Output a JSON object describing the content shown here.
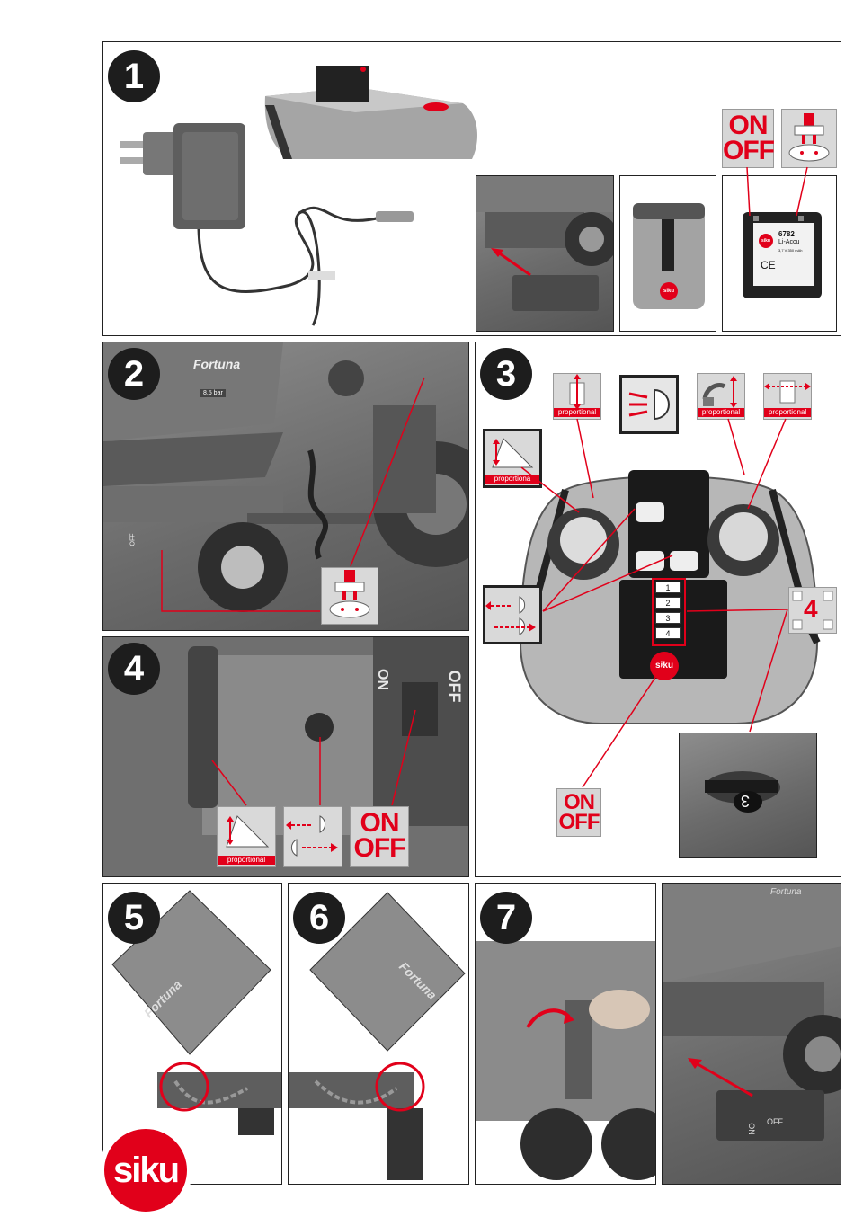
{
  "steps": {
    "s1": "1",
    "s2": "2",
    "s3": "3",
    "s4": "4",
    "s5": "5",
    "s6": "6",
    "s7": "7"
  },
  "labels": {
    "on": "ON",
    "off": "OFF",
    "proportional": "proportional",
    "proportional_cut": "proportiona",
    "four": "4"
  },
  "brand": {
    "logo": "siku",
    "fortuna": "Fortuna"
  },
  "battery": {
    "model": "6782",
    "name": "Li-Accu",
    "spec": "3,7 V 350 mAh",
    "ce": "CE"
  },
  "device_labels": {
    "on_text": "ON",
    "off_text": "OFF",
    "remote_channels": [
      "1",
      "2",
      "3",
      "4"
    ],
    "wheel_channel": "3",
    "bar_label": "8.5 bar"
  },
  "colors": {
    "accent_red": "#e1001a",
    "panel_border": "#222222",
    "photo_gray": "#9a9a9a"
  }
}
